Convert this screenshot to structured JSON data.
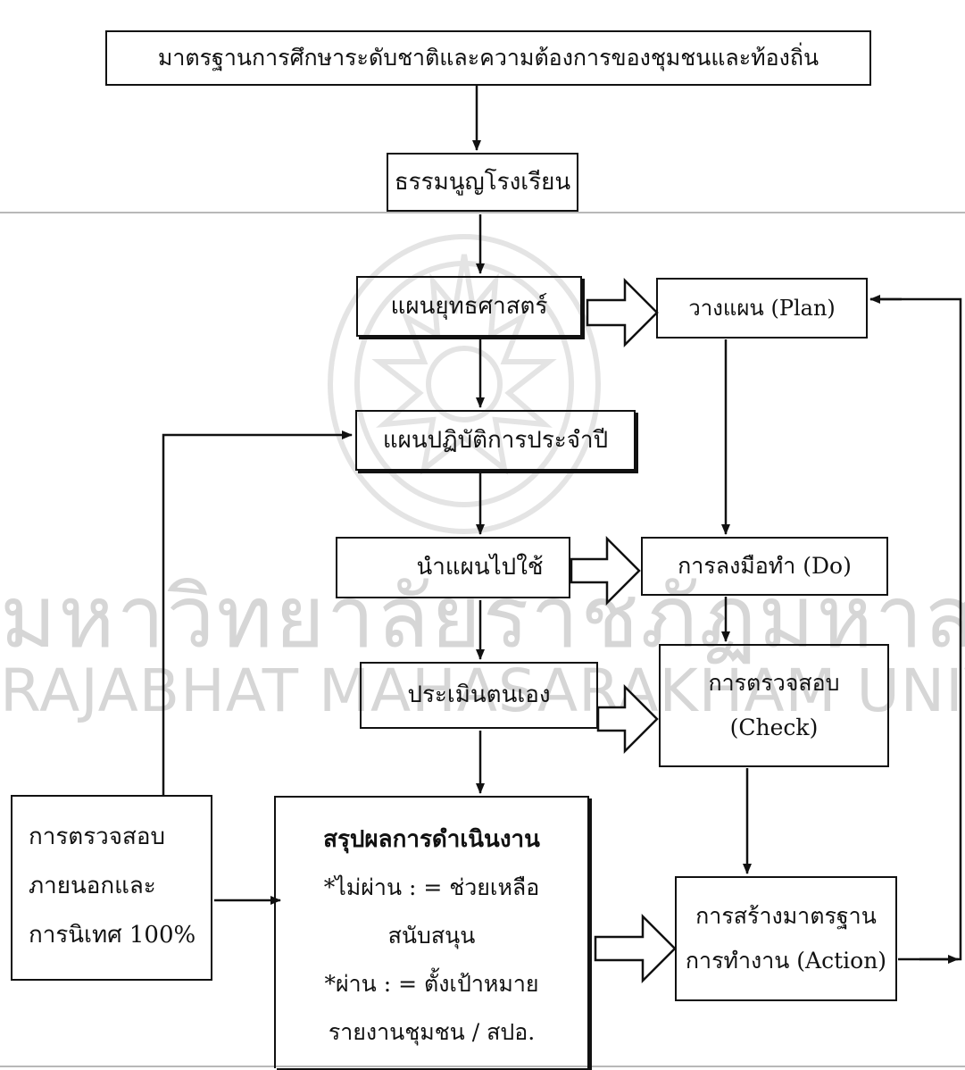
{
  "watermark": {
    "thai": "มหาวิทยาลัยราชภัฏมหาสารคาม",
    "english": "RAJABHAT MAHASARAKHAM UNIVERSITY"
  },
  "diagram": {
    "standard": "มาตรฐานการศึกษาระดับชาติและความต้องการของชุมชนและท้องถิ่น",
    "charter": "ธรรมนูญโรงเรียน",
    "strategic_plan": "แผนยุทธศาสตร์",
    "annual_plan": "แผนปฏิบัติการประจำปี",
    "implement": "นำแผนไปใช้",
    "self_assess": "ประเมินตนเอง",
    "plan": "วางแผน (Plan)",
    "do": "การลงมือทำ (Do)",
    "check": [
      "การตรวจสอบ",
      "(Check)"
    ],
    "action": [
      "การสร้างมาตรฐาน",
      "การทำงาน (Action)"
    ],
    "external": [
      "การตรวจสอบ",
      "ภายนอกและ",
      "การนิเทศ 100%"
    ],
    "summary": {
      "title": "สรุปผลการดำเนินงาน",
      "lines": [
        "*ไม่ผ่าน : = ช่วยเหลือ",
        "สนับสนุน",
        "*ผ่าน  : = ตั้งเป้าหมาย",
        "รายงานชุมชน / สปอ."
      ]
    }
  }
}
